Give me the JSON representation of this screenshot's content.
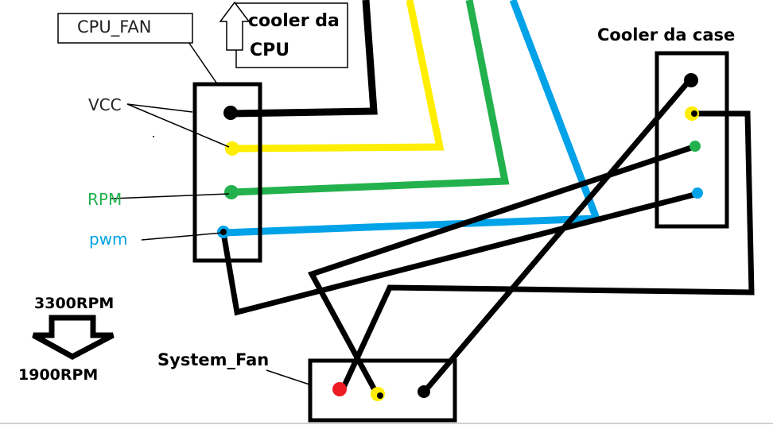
{
  "labels": {
    "cpu_fan": "CPU_FAN",
    "cooler_cpu_line1": "cooler da",
    "cooler_cpu_line2": "CPU",
    "cooler_case": "Cooler da case",
    "vcc": "VCC",
    "rpm": "RPM",
    "pwm": "pwm",
    "rpm_from": "3300RPM",
    "rpm_to": "1900RPM",
    "system_fan": "System_Fan"
  },
  "colors": {
    "black": "#000000",
    "yellow": "#ffee00",
    "green": "#22b14c",
    "blue": "#00a2e8",
    "red": "#ed1c24",
    "vcc_text": "#222222",
    "rpm_text": "#22b14c",
    "pwm_text": "#00a2e8"
  },
  "icons": {
    "up_arrow": "arrow-up-outline-icon",
    "down_arrow": "arrow-down-outline-icon"
  }
}
